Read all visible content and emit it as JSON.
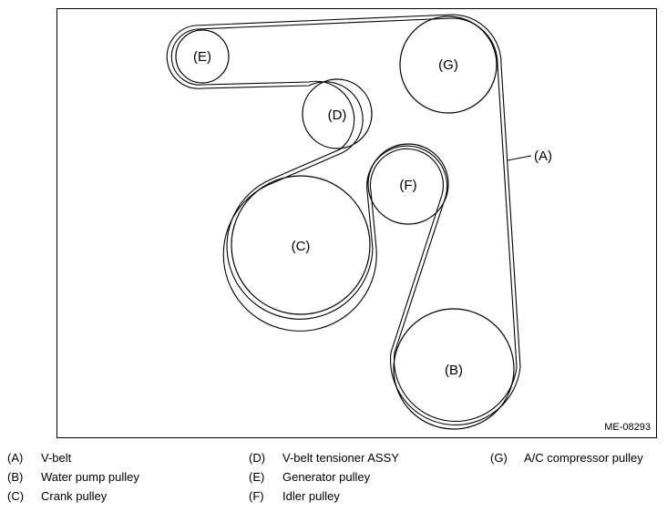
{
  "figure": {
    "id_code": "ME-08293",
    "pulleys": {
      "E": "(E)",
      "G": "(G)",
      "D": "(D)",
      "F": "(F)",
      "C": "(C)",
      "B": "(B)"
    },
    "belt_callout": "(A)"
  },
  "legend": {
    "columns": [
      [
        {
          "key": "(A)",
          "text": "V-belt"
        },
        {
          "key": "(B)",
          "text": "Water pump pulley"
        },
        {
          "key": "(C)",
          "text": "Crank pulley"
        }
      ],
      [
        {
          "key": "(D)",
          "text": "V-belt tensioner ASSY"
        },
        {
          "key": "(E)",
          "text": "Generator pulley"
        },
        {
          "key": "(F)",
          "text": "Idler pulley"
        }
      ],
      [
        {
          "key": "(G)",
          "text": "A/C compressor pulley"
        }
      ]
    ]
  }
}
